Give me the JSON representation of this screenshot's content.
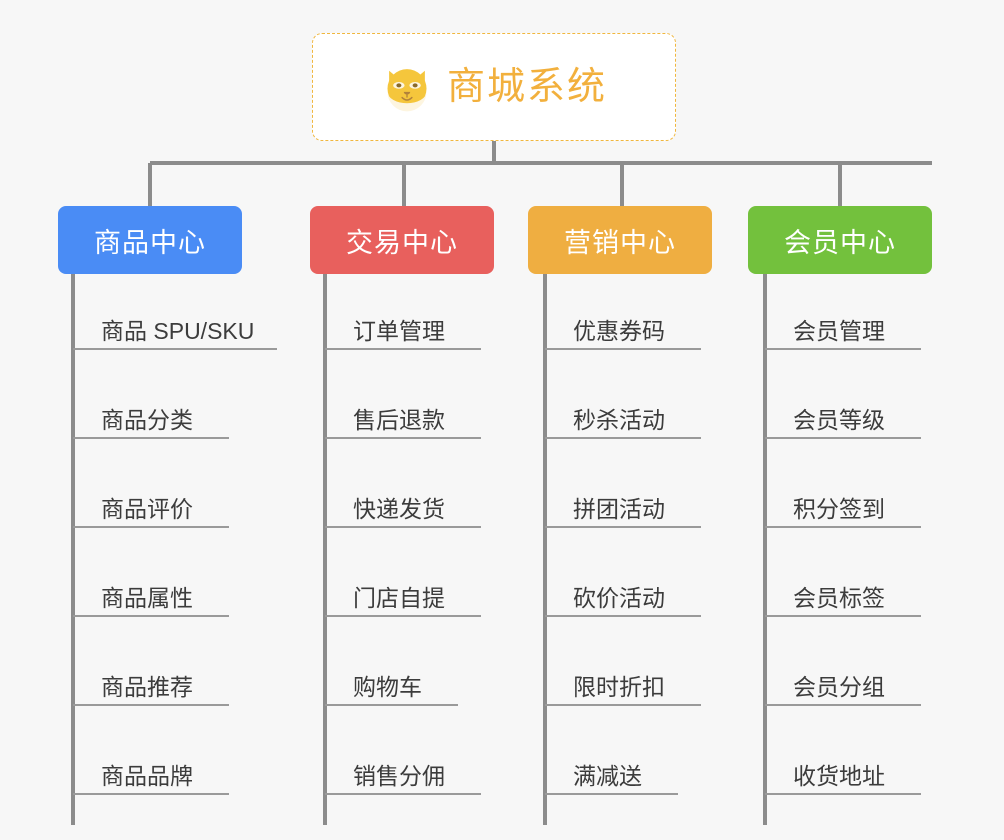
{
  "diagram": {
    "type": "org-chart",
    "background_color": "#f7f7f7",
    "connector_color": "#8c8c8c",
    "root": {
      "title": "商城系统",
      "icon": "shiba-dog-icon",
      "text_color": "#f2b03d",
      "border_color": "#f0b73f",
      "background_color": "#ffffff"
    },
    "branches": [
      {
        "key": "product",
        "label": "商品中心",
        "color": "#4a8cf5",
        "items": [
          "商品 SPU/SKU",
          "商品分类",
          "商品评价",
          "商品属性",
          "商品推荐",
          "商品品牌"
        ]
      },
      {
        "key": "trade",
        "label": "交易中心",
        "color": "#e8605d",
        "items": [
          "订单管理",
          "售后退款",
          "快递发货",
          "门店自提",
          "购物车",
          "销售分佣"
        ]
      },
      {
        "key": "marketing",
        "label": "营销中心",
        "color": "#efae41",
        "items": [
          "优惠券码",
          "秒杀活动",
          "拼团活动",
          "砍价活动",
          "限时折扣",
          "满减送"
        ]
      },
      {
        "key": "member",
        "label": "会员中心",
        "color": "#73c13d",
        "items": [
          "会员管理",
          "会员等级",
          "积分签到",
          "会员标签",
          "会员分组",
          "收货地址"
        ]
      }
    ]
  }
}
